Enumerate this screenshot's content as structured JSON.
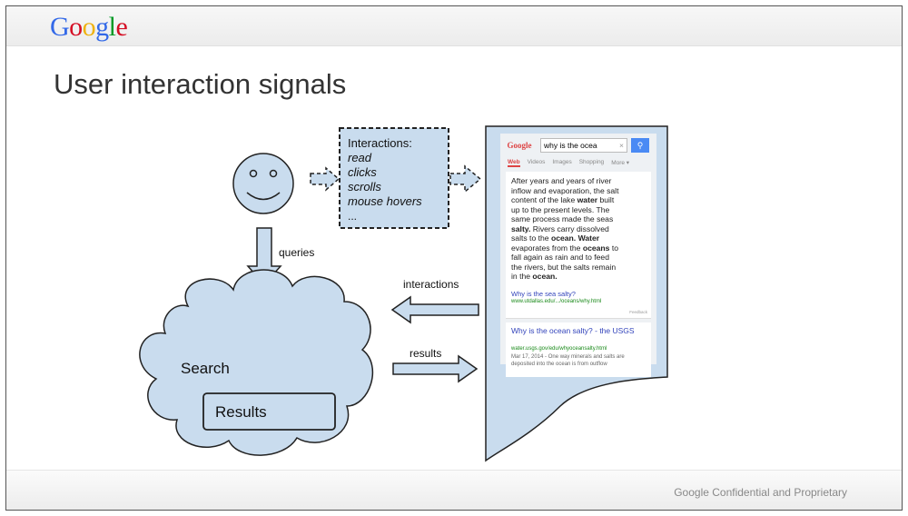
{
  "header": {
    "logo_letters": [
      {
        "ch": "G",
        "color": "#3369e8"
      },
      {
        "ch": "o",
        "color": "#d50f25"
      },
      {
        "ch": "o",
        "color": "#eeb211"
      },
      {
        "ch": "g",
        "color": "#3369e8"
      },
      {
        "ch": "l",
        "color": "#009925"
      },
      {
        "ch": "e",
        "color": "#d50f25"
      }
    ]
  },
  "slide": {
    "title": "User interaction signals"
  },
  "interactions_box": {
    "heading": "Interactions:",
    "items": [
      "read",
      "clicks",
      "scrolls",
      "mouse hovers",
      "..."
    ]
  },
  "labels": {
    "queries": "queries",
    "interactions": "interactions",
    "results": "results",
    "search": "Search",
    "results_box": "Results"
  },
  "phone": {
    "logo": "Google",
    "query": "why is the ocea",
    "clear": "×",
    "search_glyph": "⚲",
    "tabs": [
      "Web",
      "Videos",
      "Images",
      "Shopping",
      "More ▾"
    ],
    "answer_lines": [
      "After years and years of river",
      "inflow and evaporation, the salt",
      "content of the lake water built",
      "up to the present levels. The",
      "same process made the seas",
      "salty. Rivers carry dissolved",
      "salts to the ocean. Water",
      "evaporates from the oceans to",
      "fall again as rain and to feed",
      "the rivers, but the salts remain",
      "in the ocean."
    ],
    "answer_link": "Why is the sea salty?",
    "answer_url": "www.utdallas.edu/.../oceans/why.html",
    "feedback": "Feedback",
    "result_title": "Why is the ocean salty? - the USGS",
    "result_url": "water.usgs.gov/edu/whyoceansalty.html",
    "result_snippet": "Mar 17, 2014 - One way minerals and salts are deposited into the ocean is from outflow"
  },
  "footer": {
    "text": "Google Confidential and Proprietary"
  },
  "colors": {
    "shape_fill": "#c9dcee",
    "stroke": "#222222"
  }
}
